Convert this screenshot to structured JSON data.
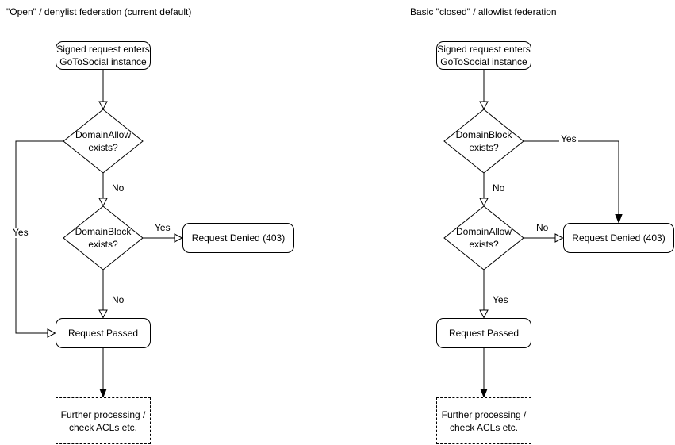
{
  "colors": {
    "stroke": "#000000",
    "bg": "#ffffff",
    "text": "#000000"
  },
  "charts": {
    "left": {
      "title": "\"Open\" / denylist federation (current default)",
      "nodes": {
        "start": "Signed request enters\nGoToSocial instance",
        "decision1": "DomainAllow\nexists?",
        "decision2": "DomainBlock\nexists?",
        "denied": "Request Denied (403)",
        "passed": "Request Passed",
        "further": "Further processing /\ncheck ACLs etc."
      },
      "edge_labels": {
        "d1_no": "No",
        "d1_yes": "Yes",
        "d2_yes": "Yes",
        "d2_no": "No"
      }
    },
    "right": {
      "title": "Basic \"closed\" / allowlist federation",
      "nodes": {
        "start": "Signed request enters\nGoToSocial instance",
        "decision1": "DomainBlock\nexists?",
        "decision2": "DomainAllow\nexists?",
        "denied": "Request Denied (403)",
        "passed": "Request Passed",
        "further": "Further processing /\ncheck ACLs etc."
      },
      "edge_labels": {
        "d1_yes": "Yes",
        "d1_no": "No",
        "d2_no": "No",
        "d2_yes": "Yes"
      }
    }
  }
}
